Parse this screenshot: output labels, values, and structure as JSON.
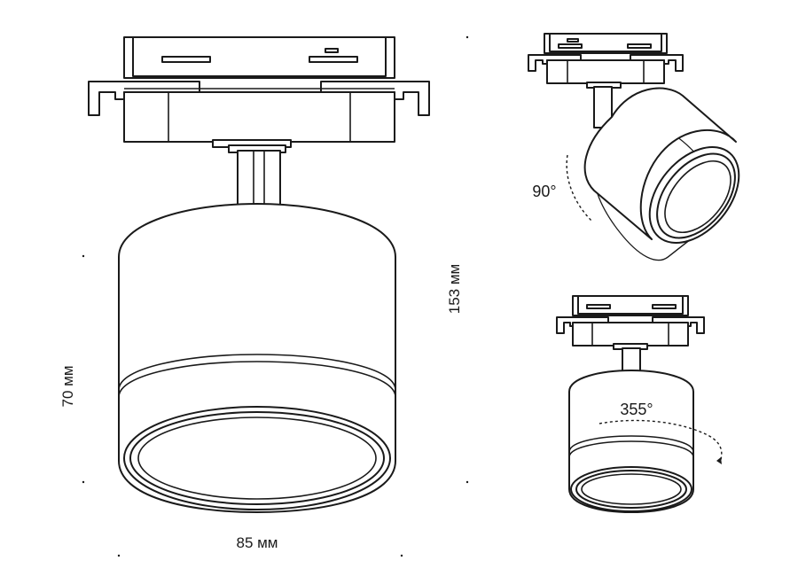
{
  "dimensions": {
    "width_label": "85 мм",
    "height_total_label": "153 мм",
    "body_height_label": "70 мм"
  },
  "rotation": {
    "tilt_label": "90°",
    "rotate_label": "355°"
  },
  "colors": {
    "line": "#1a1a1a",
    "background": "#ffffff"
  }
}
